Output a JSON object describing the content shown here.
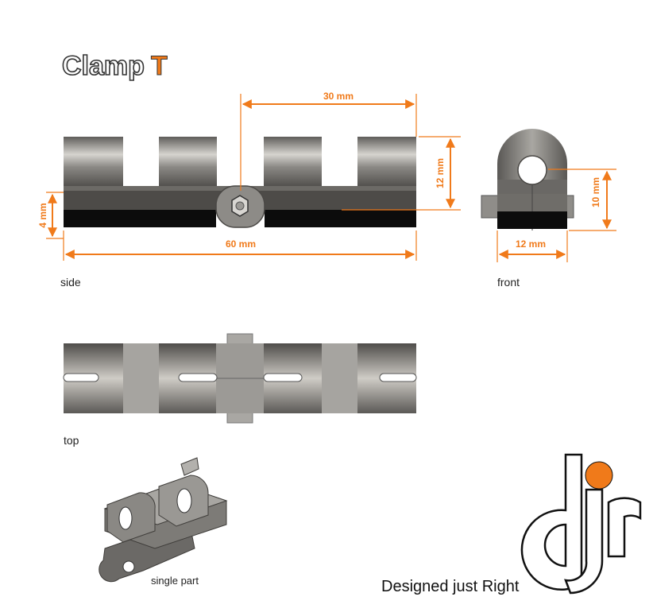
{
  "logo": {
    "main": "Clamp",
    "accent": "T"
  },
  "dimensions": {
    "top_width": "30 mm",
    "total_length": "60 mm",
    "side_height": "12 mm",
    "base_thickness": "4 mm",
    "front_height": "10 mm",
    "front_width": "12 mm"
  },
  "views": {
    "side": "side",
    "front": "front",
    "top": "top"
  },
  "caption": "single part",
  "brand": {
    "tagline": "Designed just Right"
  },
  "colors": {
    "accent": "#f07a1a",
    "metal": "#8a8884",
    "dark": "#111111"
  }
}
